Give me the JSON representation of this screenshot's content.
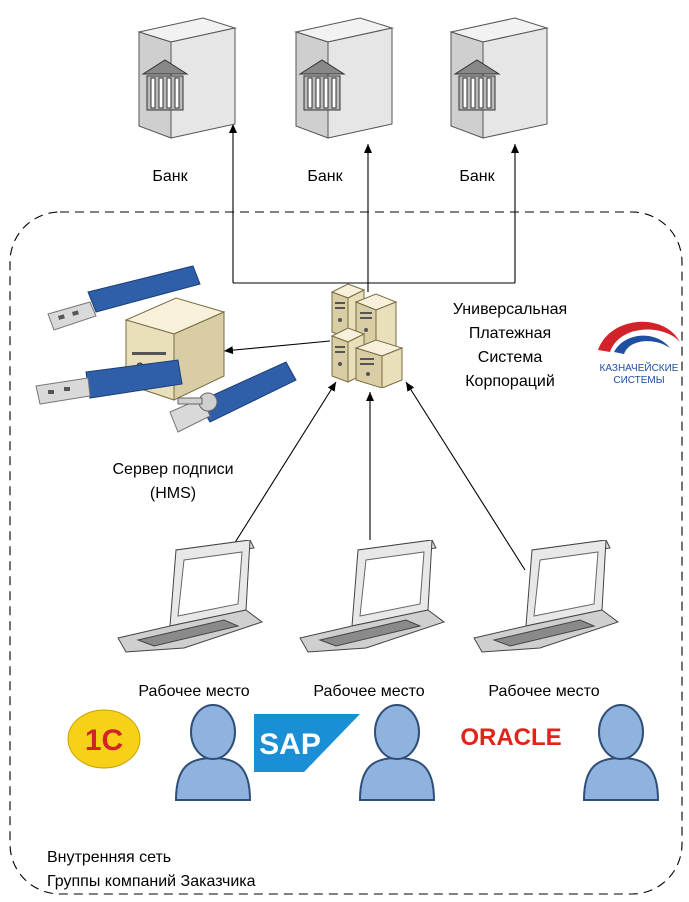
{
  "banks": [
    {
      "label": "Банк"
    },
    {
      "label": "Банк"
    },
    {
      "label": "Банк"
    }
  ],
  "central_system": {
    "lines": [
      "Универсальная",
      "Платежная",
      "Система",
      "Корпораций"
    ]
  },
  "hms": {
    "lines": [
      "Сервер подписи",
      "(HMS)"
    ]
  },
  "workstations": [
    {
      "label": "Рабочее место"
    },
    {
      "label": "Рабочее место"
    },
    {
      "label": "Рабочее место"
    }
  ],
  "network": {
    "lines": [
      "Внутренняя сеть",
      "Группы компаний Заказчика"
    ]
  },
  "logos": {
    "treasury": [
      "КАЗНАЧЕЙСКИЕ",
      "СИСТЕМЫ"
    ],
    "onec": "1С",
    "sap": "SAP",
    "oracle": "ORACLE"
  },
  "colors": {
    "usb_blue": "#2f5fa8",
    "user_blue": "#8fb3de",
    "server_beige": "#efe6c8",
    "oracle_red": "#e2231a",
    "sap_blue": "#1a8fd6",
    "treasury_red": "#d2232a",
    "treasury_blue": "#1e4fa0"
  }
}
